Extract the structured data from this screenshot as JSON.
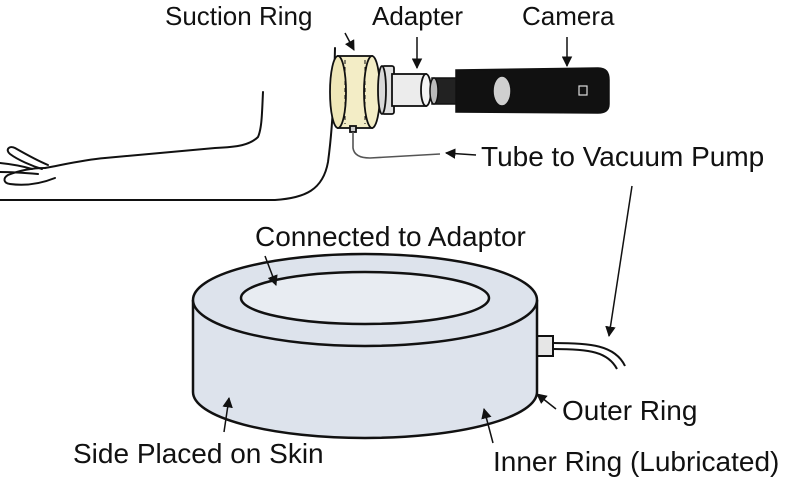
{
  "labels": {
    "suction_ring": "Suction Ring",
    "adapter": "Adapter",
    "camera": "Camera",
    "tube_to_vacuum_pump": "Tube to Vacuum Pump",
    "connected_to_adaptor": "Connected to Adaptor",
    "outer_ring": "Outer Ring",
    "side_placed_on_skin": "Side Placed on Skin",
    "inner_ring": "Inner Ring (Lubricated)"
  },
  "colors": {
    "line": "#111111",
    "ring_fill": "#dde3ec",
    "suction_ring_fill": "#f3edc6",
    "adapter_fill": "#e8e8e8",
    "camera_body": "#111111",
    "camera_window": "#cfcfcf"
  }
}
